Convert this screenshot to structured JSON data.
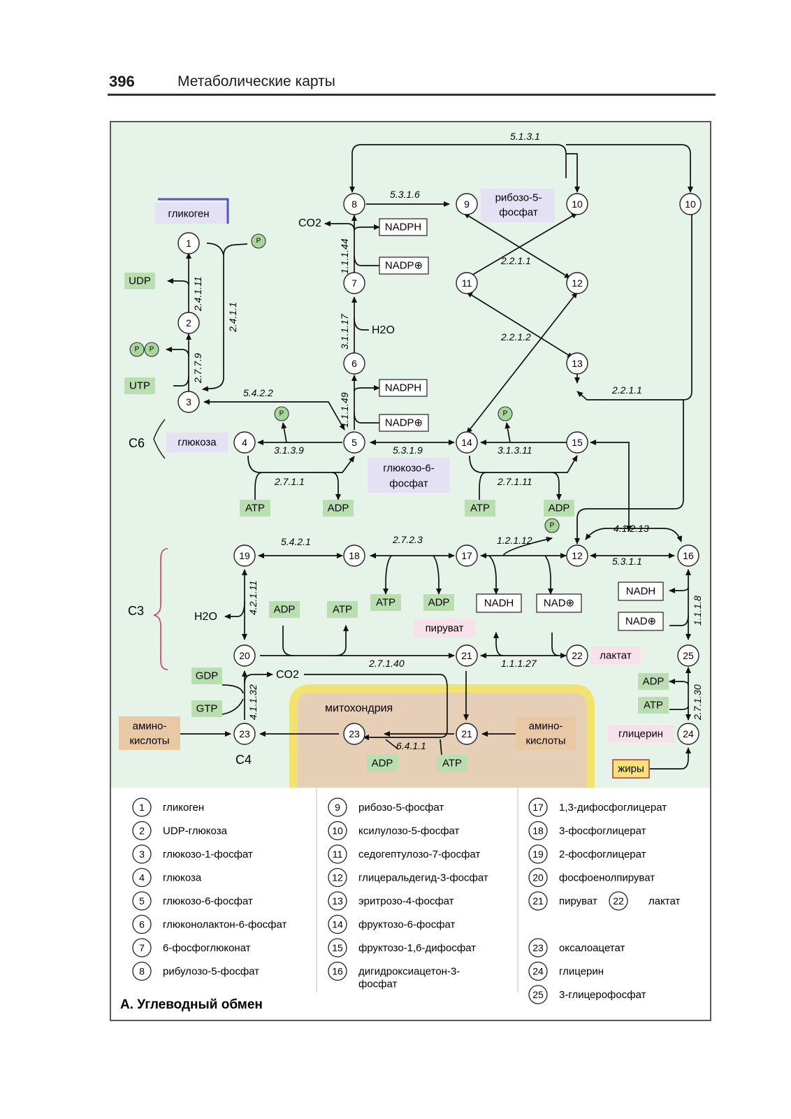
{
  "header": {
    "page_number": "396",
    "title": "Метаболические карты"
  },
  "figure_caption": "А. Углеводный обмен",
  "colors": {
    "panel_bg": "#e6f3e9",
    "cofactor_green": "#b9deb0",
    "metabolite_purple": "#e4e1f4",
    "mito_fill": "#e6cfb6",
    "mito_border": "#f2e36e",
    "pink_label": "#f8e1ea",
    "amino_orange": "#e9c9a5",
    "bracket_red": "#d63a63"
  },
  "labels": {
    "glycogen": "гликоген",
    "glucose": "глюкоза",
    "g6p": "глюкозо-6-\nфосфат",
    "r5p": "рибозо-5-\nфосфат",
    "pyruvate": "пируват",
    "lactate": "лактат",
    "glycerol": "глицерин",
    "fats": "жиры",
    "mito": "митохондрия",
    "amino": "амино-\nкислоты",
    "c6": "C6",
    "c3": "C3",
    "c4": "C4",
    "udp": "UDP",
    "utp": "UTP",
    "atp": "ATP",
    "adp": "ADP",
    "gdp": "GDP",
    "gtp": "GTP",
    "nadph": "NADPH",
    "nadp": "NADP⊕",
    "nadh": "NADH",
    "nad": "NAD⊕",
    "co2": "CO2",
    "h2o": "H2O",
    "p": "P"
  },
  "enzymes": [
    "5.1.3.1",
    "5.3.1.6",
    "1.1.1.44",
    "2.2.1.1",
    "2.4.1.11",
    "2.4.1.1",
    "2.7.7.9",
    "3.1.1.17",
    "2.2.1.2",
    "2.2.1.1",
    "5.4.2.2",
    "1.1.1.49",
    "3.1.3.9",
    "5.3.1.9",
    "3.1.3.11",
    "2.7.1.1",
    "2.7.1.11",
    "4.1.2.13",
    "5.4.2.1",
    "2.7.2.3",
    "1.2.1.12",
    "5.3.1.1",
    "4.2.1.11",
    "1.1.1.8",
    "2.7.1.40",
    "1.1.1.27",
    "4.1.1.32",
    "2.7.1.30",
    "6.4.1.1"
  ],
  "legend": [
    {
      "n": "1",
      "t": "гликоген"
    },
    {
      "n": "2",
      "t": "UDP-глюкоза"
    },
    {
      "n": "3",
      "t": "глюкозо-1-фосфат"
    },
    {
      "n": "4",
      "t": "глюкоза"
    },
    {
      "n": "5",
      "t": "глюкозо-6-фосфат"
    },
    {
      "n": "6",
      "t": "глюконолактон-6-фосфат"
    },
    {
      "n": "7",
      "t": "6-фосфоглюконат"
    },
    {
      "n": "8",
      "t": "рибулозо-5-фосфат"
    },
    {
      "n": "9",
      "t": "рибозо-5-фосфат"
    },
    {
      "n": "10",
      "t": "ксилулозо-5-фосфат"
    },
    {
      "n": "11",
      "t": "седогептулозо-7-фосфат"
    },
    {
      "n": "12",
      "t": "глицеральдегид-3-фосфат"
    },
    {
      "n": "13",
      "t": "эритрозо-4-фосфат"
    },
    {
      "n": "14",
      "t": "фруктозо-6-фосфат"
    },
    {
      "n": "15",
      "t": "фруктозо-1,6-дифосфат"
    },
    {
      "n": "16",
      "t": "дигидроксиацетон-3-\nфосфат"
    },
    {
      "n": "17",
      "t": "1,3-дифосфоглицерат"
    },
    {
      "n": "18",
      "t": "3-фосфоглицерат"
    },
    {
      "n": "19",
      "t": "2-фосфоглицерат"
    },
    {
      "n": "20",
      "t": "фосфоенолпируват"
    },
    {
      "n": "21",
      "t": "пируват"
    },
    {
      "n": "22",
      "t": "лактат"
    },
    {
      "n": "23",
      "t": "оксалоацетат"
    },
    {
      "n": "24",
      "t": "глицерин"
    },
    {
      "n": "25",
      "t": "3-глицерофосфат"
    }
  ]
}
